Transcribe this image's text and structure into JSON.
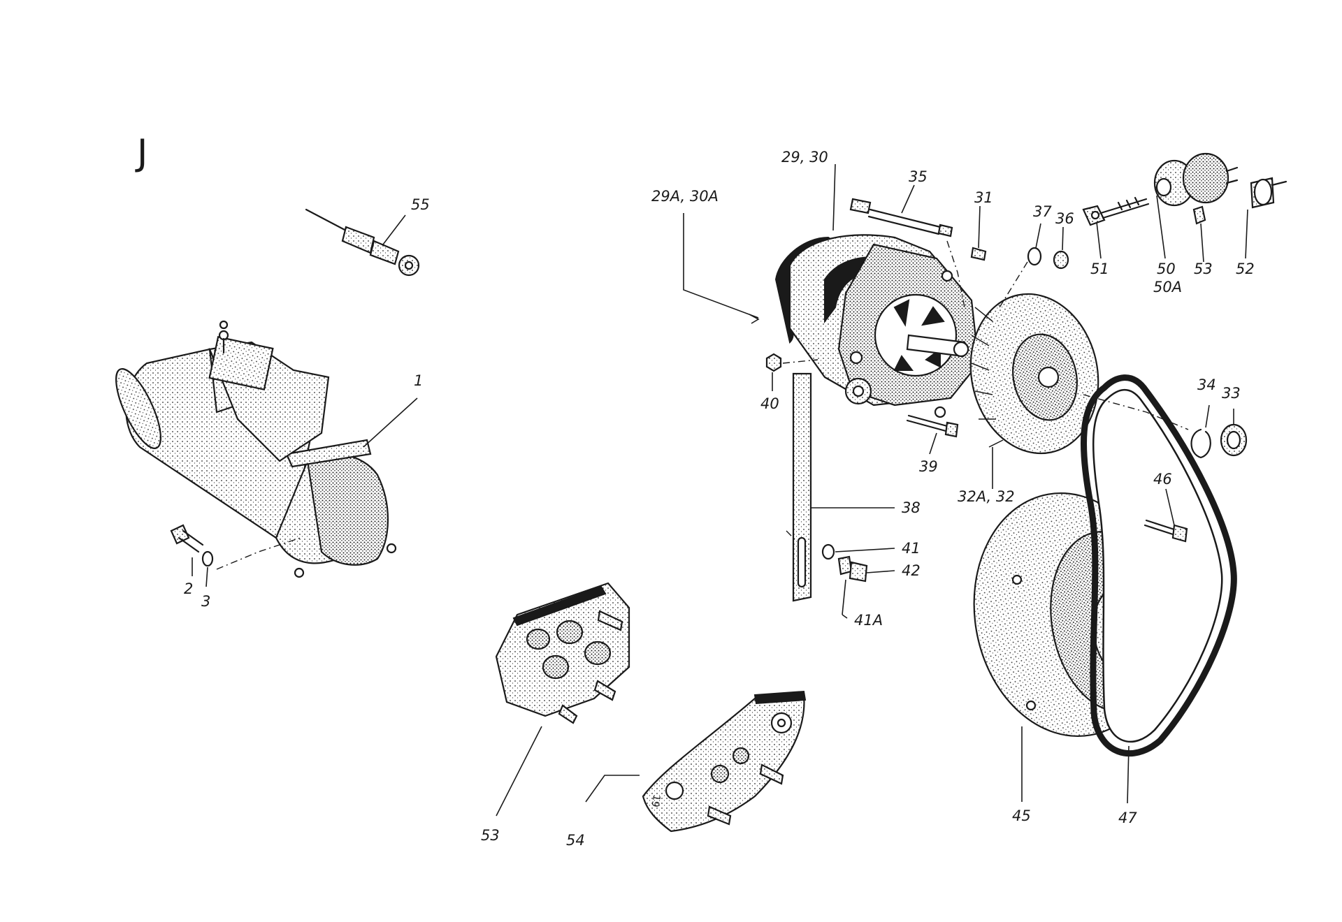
{
  "sheet": {
    "section_letter": "J"
  },
  "callouts": [
    {
      "id": "c1",
      "text": "1"
    },
    {
      "id": "c2",
      "text": "2"
    },
    {
      "id": "c3",
      "text": "3"
    },
    {
      "id": "c55",
      "text": "55"
    },
    {
      "id": "c29-30",
      "text": "29, 30"
    },
    {
      "id": "c29a-30a",
      "text": "29A, 30A"
    },
    {
      "id": "c35",
      "text": "35"
    },
    {
      "id": "c31",
      "text": "31"
    },
    {
      "id": "c37",
      "text": "37"
    },
    {
      "id": "c36",
      "text": "36"
    },
    {
      "id": "c51",
      "text": "51"
    },
    {
      "id": "c50",
      "text": "50"
    },
    {
      "id": "c50a",
      "text": "50A"
    },
    {
      "id": "c53b",
      "text": "53"
    },
    {
      "id": "c52",
      "text": "52"
    },
    {
      "id": "c40",
      "text": "40"
    },
    {
      "id": "c39",
      "text": "39"
    },
    {
      "id": "c32",
      "text": "32A, 32"
    },
    {
      "id": "c34",
      "text": "34"
    },
    {
      "id": "c33",
      "text": "33"
    },
    {
      "id": "c38",
      "text": "38"
    },
    {
      "id": "c41",
      "text": "41"
    },
    {
      "id": "c42",
      "text": "42"
    },
    {
      "id": "c41a",
      "text": "41A"
    },
    {
      "id": "c46",
      "text": "46"
    },
    {
      "id": "c45",
      "text": "45"
    },
    {
      "id": "c47",
      "text": "47"
    },
    {
      "id": "c53",
      "text": "53"
    },
    {
      "id": "c54",
      "text": "54"
    }
  ],
  "part_stamp": "19"
}
